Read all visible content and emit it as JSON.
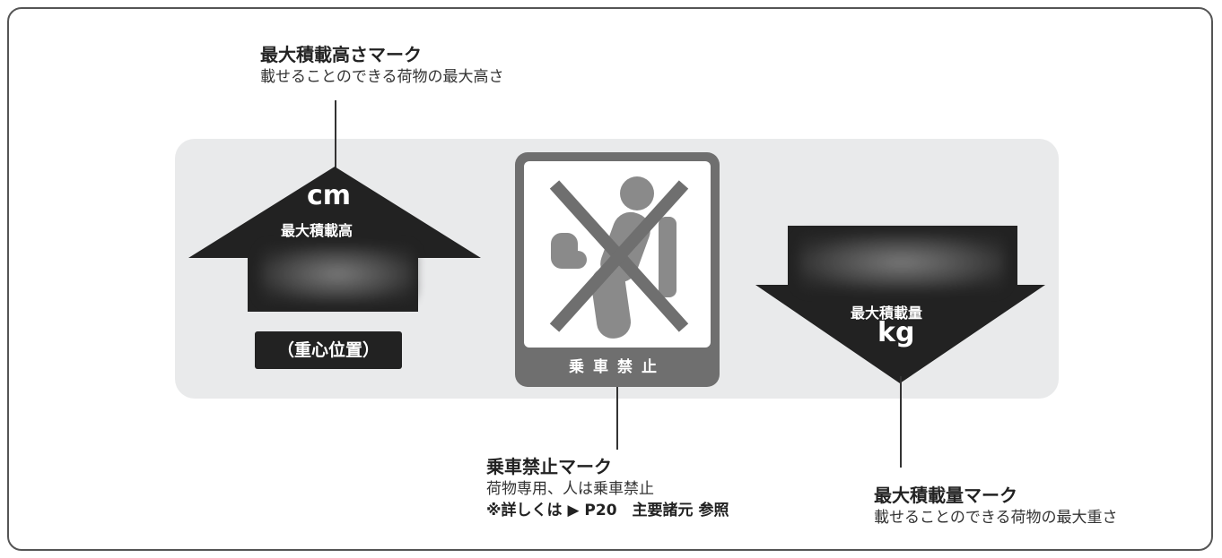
{
  "callouts": {
    "height_mark": {
      "title": "最大積載高さマーク",
      "desc": "載せることのできる荷物の最大高さ"
    },
    "no_ride_mark": {
      "title": "乗車禁止マーク",
      "desc": "荷物専用、人は乗車禁止",
      "note": "※詳しくは ▶ P20　主要諸元 参照"
    },
    "load_mark": {
      "title": "最大積載量マーク",
      "desc": "載せることのできる荷物の最大重さ"
    }
  },
  "height_sign": {
    "unit": "cm",
    "label": "最大積載高",
    "badge": "（重心位置）"
  },
  "no_ride_sign": {
    "label": "乗車禁止"
  },
  "load_sign": {
    "label": "最大積載量",
    "unit": "kg"
  },
  "colors": {
    "arrow": "#222222",
    "sign_gray": "#6f6f6f",
    "figure_gray": "#8a8a8a",
    "band": "#e9eaeb"
  }
}
